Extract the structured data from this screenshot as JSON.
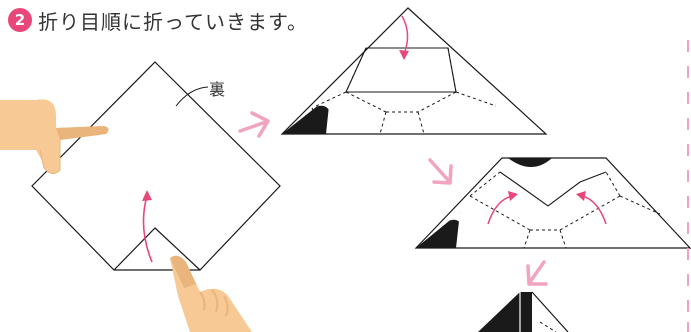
{
  "step": {
    "number": "2",
    "title": "折り目順に折っていきます。"
  },
  "labels": {
    "back_side": "裏"
  },
  "colors": {
    "accent_pink": "#e8477a",
    "arrow_pink": "#f2a3bf",
    "skin": "#f7c994",
    "skin_shade": "#eab57d",
    "ink": "#1a1a1a"
  },
  "icons": [
    "step-number-badge",
    "hand-left-icon",
    "hand-bottom-icon",
    "fold-arrow-icon",
    "next-step-arrow-icon"
  ]
}
